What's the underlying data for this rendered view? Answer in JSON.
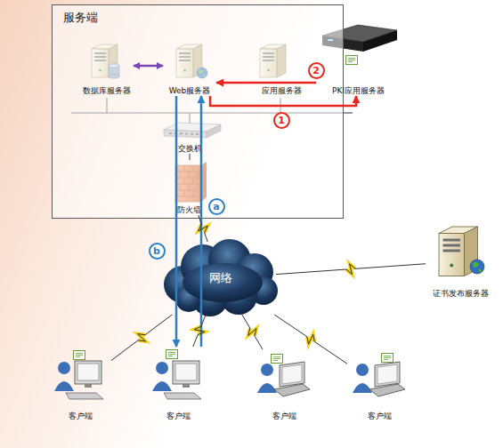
{
  "diagram": {
    "nodes": [
      {
        "text": [
          "服务端"
        ]
      },
      {
        "text": [
          "数据库服务器"
        ],
        "in": 0
      },
      {
        "text": [
          "Web服务器"
        ],
        "in": 0
      },
      {
        "text": [
          "应用服务器"
        ],
        "in": 0
      },
      {
        "text": [
          "PKI应用服务器"
        ],
        "in": 0
      },
      {
        "text": [
          "交换机"
        ],
        "in": 0
      },
      {
        "text": [
          "防火墙"
        ],
        "in": 0
      },
      {
        "text": [
          "网络"
        ]
      },
      {
        "text": [
          "证书发布服务器"
        ]
      },
      {
        "text": [
          "客户端"
        ]
      },
      {
        "text": [
          "客户端"
        ]
      },
      {
        "text": [
          "客户端"
        ]
      },
      {
        "text": [
          "客户端"
        ]
      }
    ],
    "edges": [
      {
        "from": 1,
        "to": 2,
        "arrow": "both"
      },
      {
        "from": 2,
        "to": 4,
        "label": "1",
        "arrow": "to"
      },
      {
        "from": 4,
        "to": 2,
        "label": "2",
        "arrow": "to"
      },
      {
        "from": 2,
        "to": 10,
        "label": "b",
        "arrow": "to"
      },
      {
        "from": 10,
        "to": 2,
        "label": "a",
        "arrow": "to"
      },
      {
        "from": 5,
        "to": 6,
        "arrow": "none"
      },
      {
        "from": 6,
        "to": 7,
        "arrow": "none"
      },
      {
        "from": 7,
        "to": 9,
        "arrow": "none"
      },
      {
        "from": 7,
        "to": 10,
        "arrow": "none"
      },
      {
        "from": 7,
        "to": 11,
        "arrow": "none"
      },
      {
        "from": 7,
        "to": 12,
        "arrow": "none"
      },
      {
        "from": 7,
        "to": 8,
        "arrow": "none"
      }
    ]
  }
}
